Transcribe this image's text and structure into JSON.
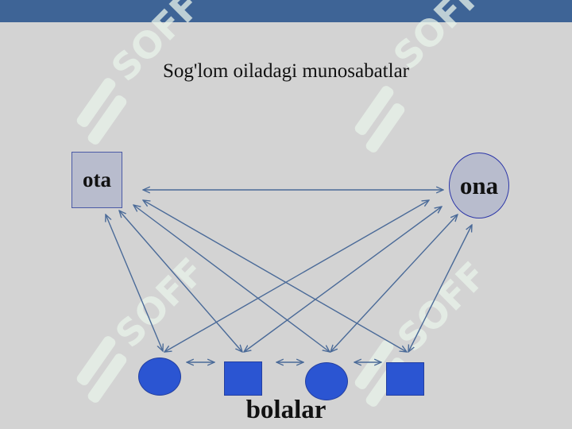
{
  "title": "Sog'lom oiladagi munosabatlar",
  "nodes": {
    "father": "ota",
    "mother": "ona",
    "children_caption": "bolalar"
  },
  "watermark_text": "SOFF",
  "colors": {
    "top_bar": "#3e6496",
    "background": "#d3d3d3",
    "parent_fill": "#b8bccd",
    "child_fill": "#2b55d2",
    "arrow": "#4a6a98",
    "watermark": "#e8f4ea"
  }
}
